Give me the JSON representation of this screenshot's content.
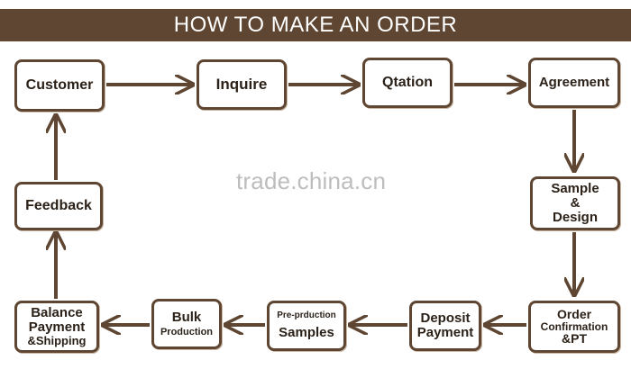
{
  "title": "HOW TO MAKE AN ORDER",
  "watermark": "trade.china.cn",
  "colors": {
    "brown": "#5e4632",
    "banner_text": "#ffffff",
    "node_text": "#2b2118"
  },
  "steps": {
    "customer": {
      "lines": [
        "Customer"
      ]
    },
    "inquire": {
      "lines": [
        "Inquire"
      ]
    },
    "quotation": {
      "lines": [
        "Qtation"
      ]
    },
    "agreement": {
      "lines": [
        "Agreement"
      ]
    },
    "sample_design": {
      "lines": [
        "Sample",
        "&",
        "Design"
      ]
    },
    "order_confirmation": {
      "lines": [
        "Order",
        "Confirmation",
        "&PT"
      ]
    },
    "deposit_payment": {
      "lines": [
        "Deposit",
        "Payment"
      ]
    },
    "pre_production_samples": {
      "lines": [
        "Pre-prduction",
        "Samples"
      ]
    },
    "bulk_production": {
      "lines": [
        "Bulk",
        "Production"
      ]
    },
    "balance_payment_shipping": {
      "lines": [
        "Balance",
        "Payment",
        "&Shipping"
      ]
    },
    "feedback": {
      "lines": [
        "Feedback"
      ]
    }
  }
}
